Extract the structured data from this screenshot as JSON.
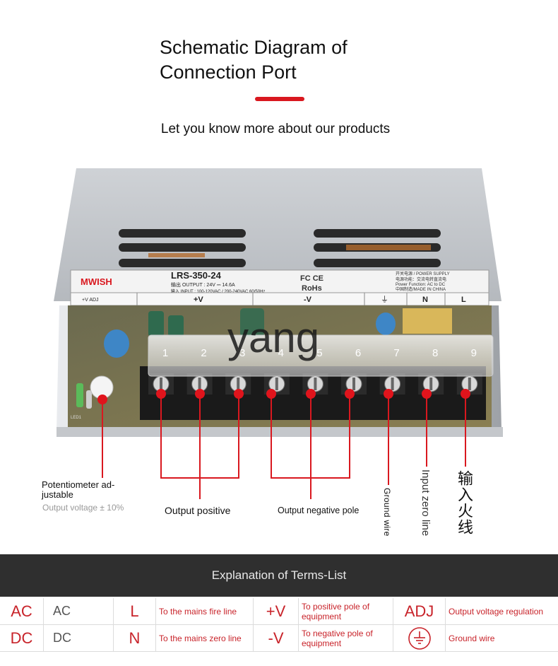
{
  "header": {
    "title_line1": "Schematic Diagram of",
    "title_line2": "Connection Port",
    "subtitle": "Let you know more about our products"
  },
  "device": {
    "brand": "MWISH",
    "model": "LRS-350-24",
    "output_spec": "输出 OUTPUT : 24V ⎓ 14.6A",
    "input_spec": "输入 INPUT : 100-120VAC / 200-240VAC 60/50Hz",
    "certifications": [
      "FC CE",
      "RoHs"
    ],
    "info_right": [
      "开关电源 / POWER SUPPLY",
      "电源功能：交流电转直流电",
      "Power Function: AC to DC",
      "中国制造/MADE IN CHINA"
    ],
    "adj_label": "+V ADJ",
    "terminal_labels": [
      "+V",
      "-V",
      "⏚",
      "N",
      "L"
    ],
    "terminal_numbers": [
      "1",
      "2",
      "3",
      "4",
      "5",
      "6",
      "7",
      "8",
      "9"
    ],
    "watermark": "yang",
    "led_label": "LED1"
  },
  "callouts": {
    "potentiometer": "Potentiometer ad-\njustable",
    "potentiometer_sub": "Output voltage ± 10%",
    "output_positive": "Output positive",
    "output_negative": "Output negative pole",
    "ground": "Ground wire",
    "zero": "Input zero line",
    "fire": "输入火线"
  },
  "colors": {
    "accent": "#d9181f",
    "banner": "#2f2f2f"
  },
  "terms": {
    "heading": "Explanation of Terms-List",
    "rows": [
      [
        {
          "symbol": "AC",
          "abbr": "AC"
        },
        {
          "symbol": "L",
          "desc": "To the mains fire line"
        },
        {
          "symbol": "+V",
          "desc": "To positive pole of equipment"
        },
        {
          "symbol": "ADJ",
          "desc": "Output voltage regulation"
        }
      ],
      [
        {
          "symbol": "DC",
          "abbr": "DC"
        },
        {
          "symbol": "N",
          "desc": "To the mains zero line"
        },
        {
          "symbol": "-V",
          "desc": "To negative pole of equipment"
        },
        {
          "icon": "ground-icon",
          "desc": "Ground wire"
        }
      ]
    ]
  }
}
